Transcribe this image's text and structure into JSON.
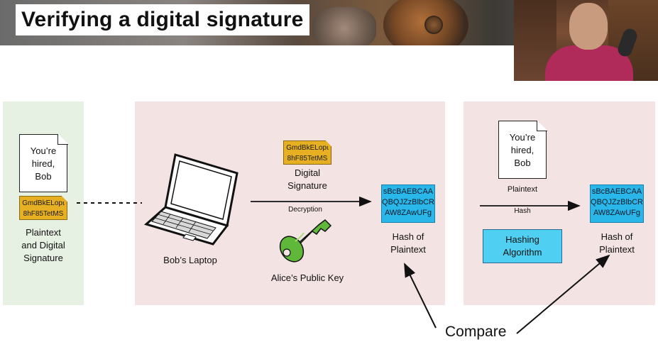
{
  "title": "Verifying a digital signature",
  "left_panel": {
    "document_lines": [
      "You’re",
      "hired,",
      "Bob"
    ],
    "signature_lines": [
      "GmdBkELopt",
      "8hF85TetMS"
    ],
    "caption_lines": [
      "Plaintext",
      "and Digital",
      "Signature"
    ]
  },
  "middle_panel": {
    "laptop_label": "Bob’s Laptop",
    "signature_lines": [
      "GmdBkELopt",
      "8hF85TetMS"
    ],
    "signature_caption_lines": [
      "Digital",
      "Signature"
    ],
    "arrow_label": "Decryption",
    "key_label": "Alice’s Public Key",
    "hash_lines": [
      "sBcBAEBCAA",
      "QBQJZzBlbCR",
      "AW8ZAwUFg"
    ],
    "hash_caption_lines": [
      "Hash of",
      "Plaintext"
    ]
  },
  "right_panel": {
    "document_lines": [
      "You’re",
      "hired,",
      "Bob"
    ],
    "document_caption": "Plaintext",
    "arrow_label": "Hash",
    "algorithm_lines": [
      "Hashing",
      "Algorithm"
    ],
    "hash_lines": [
      "sBcBAEBCAA",
      "QBQJZzBlbCR",
      "AW8ZAwUFg"
    ],
    "hash_caption_lines": [
      "Hash of",
      "Plaintext"
    ]
  },
  "compare_label": "Compare",
  "colors": {
    "signature": "#e6b022",
    "hash": "#29b6e8",
    "hashing_algorithm": "#4fd0f2",
    "key": "#5fb83a",
    "panel_green": "#e7f1e3",
    "panel_pink": "#f4e3e3"
  }
}
